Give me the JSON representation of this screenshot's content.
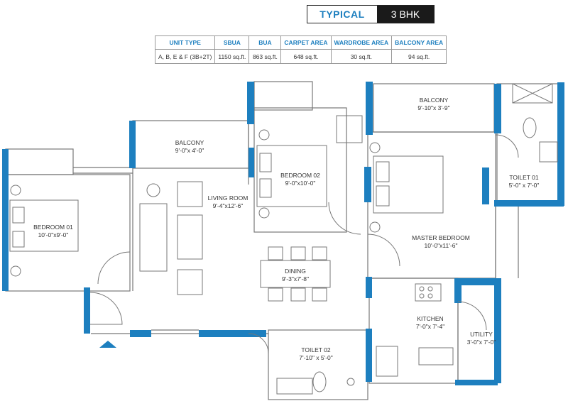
{
  "badge": {
    "typical": "TYPICAL",
    "bhk": "3 BHK"
  },
  "spec_table": {
    "headers": [
      "UNIT TYPE",
      "SBUA",
      "BUA",
      "CARPET AREA",
      "WARDROBE AREA",
      "BALCONY AREA"
    ],
    "row": [
      "A, B, E & F (3B+2T)",
      "1150 sq.ft.",
      "863 sq.ft.",
      "648 sq.ft.",
      "30 sq.ft.",
      "94 sq.ft."
    ]
  },
  "rooms": {
    "balcony_top_right": {
      "name": "BALCONY",
      "dim": "9'-10\"x 3'-9\""
    },
    "balcony_left": {
      "name": "BALCONY",
      "dim": "9'-0\"x 4'-0\""
    },
    "bedroom_02": {
      "name": "BEDROOM 02",
      "dim": "9'-0\"x10'-0\""
    },
    "toilet_01": {
      "name": "TOILET 01",
      "dim": "5'-0\" x 7'-0\""
    },
    "living_room": {
      "name": "LIVING ROOM",
      "dim": "9'-4\"x12'-6\""
    },
    "bedroom_01": {
      "name": "BEDROOM 01",
      "dim": "10'-0\"x9'-0\""
    },
    "master_bedroom": {
      "name": "MASTER BEDROOM",
      "dim": "10'-0\"x11'-6\""
    },
    "dining": {
      "name": "DINING",
      "dim": "9'-3\"x7'-8\""
    },
    "kitchen": {
      "name": "KITCHEN",
      "dim": "7'-0\"x 7'-4\""
    },
    "utility": {
      "name": "UTILITY",
      "dim": "3'-0\"x 7'-0\""
    },
    "toilet_02": {
      "name": "TOILET 02",
      "dim": "7'-10\" x 5'-0\""
    }
  },
  "colors": {
    "wall_accent": "#1d7fbf",
    "wall": "#666666",
    "badge_dark": "#1a1a1a",
    "header_text": "#1d7fbf"
  }
}
